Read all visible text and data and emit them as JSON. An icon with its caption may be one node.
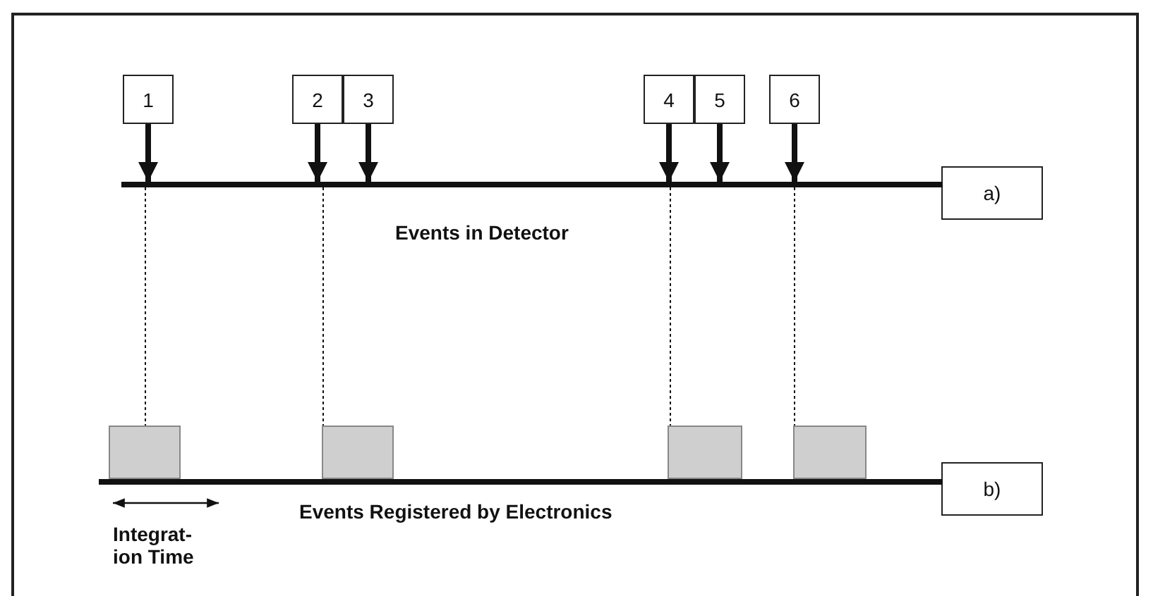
{
  "diagram": {
    "nodes": [
      {
        "text": [
          "1"
        ]
      },
      {
        "text": [
          "2"
        ]
      },
      {
        "text": [
          "3"
        ]
      },
      {
        "text": [
          "4"
        ]
      },
      {
        "text": [
          "5"
        ]
      },
      {
        "text": [
          "6"
        ]
      },
      {
        "text": [
          "a)"
        ]
      },
      {
        "text": [
          "b)"
        ]
      },
      {
        "text": [],
        "shape": "bar"
      },
      {
        "text": [],
        "shape": "bar"
      },
      {
        "text": [],
        "shape": "box"
      },
      {
        "text": [],
        "shape": "box"
      },
      {
        "text": [],
        "shape": "box"
      },
      {
        "text": [],
        "shape": "box"
      }
    ],
    "edges": [
      {
        "from": 0,
        "to": 8,
        "arrow": "to"
      },
      {
        "from": 1,
        "to": 8,
        "arrow": "to"
      },
      {
        "from": 2,
        "to": 8,
        "arrow": "to"
      },
      {
        "from": 3,
        "to": 8,
        "arrow": "to"
      },
      {
        "from": 4,
        "to": 8,
        "arrow": "to"
      },
      {
        "from": 5,
        "to": 8,
        "arrow": "to"
      },
      {
        "from": 8,
        "to": 10,
        "arrow": "none",
        "style": "dashed"
      },
      {
        "from": 8,
        "to": 11,
        "arrow": "none",
        "style": "dashed"
      },
      {
        "from": 8,
        "to": 12,
        "arrow": "none",
        "style": "dashed"
      },
      {
        "from": 8,
        "to": 13,
        "arrow": "none",
        "style": "dashed"
      }
    ],
    "labels": [
      "Events in Detector",
      "Events Registered by Electronics",
      "Integrat- ion Time"
    ]
  }
}
